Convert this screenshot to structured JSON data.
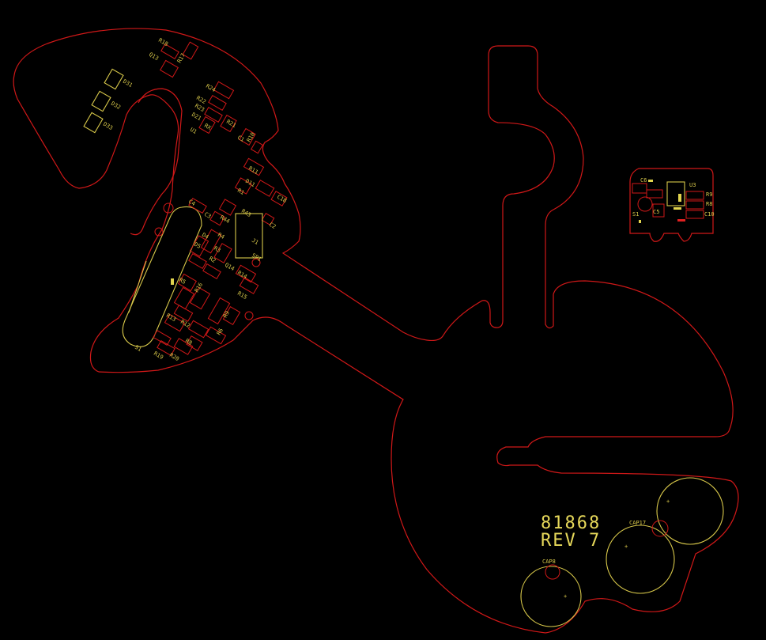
{
  "board": {
    "part_number": "81868",
    "revision": "REV 7"
  },
  "colors": {
    "background": "#000000",
    "board_outline": "#d01818",
    "silkscreen": "#d8c84a"
  },
  "labels": {
    "left_group": [
      "R18",
      "Q13",
      "R17",
      "D31",
      "D32",
      "D33",
      "R24",
      "R22",
      "R23",
      "D21",
      "R21",
      "U1",
      "RX",
      "C1",
      "R10",
      "R11",
      "D11",
      "R1",
      "C18",
      "C4",
      "C3",
      "R44",
      "R43",
      "C2",
      "R4",
      "D4",
      "D5",
      "R3",
      "J1",
      "R2",
      "Q14",
      "SP1",
      "R14",
      "R5",
      "R15",
      "R13",
      "R12",
      "R16",
      "R9",
      "R19",
      "R20",
      "S1",
      "R8",
      "R6"
    ],
    "right_group": [
      "C6",
      "U3",
      "R9",
      "R8",
      "C5",
      "C10",
      "S1"
    ],
    "capacitors": [
      "CAP17",
      "CAP8"
    ]
  }
}
